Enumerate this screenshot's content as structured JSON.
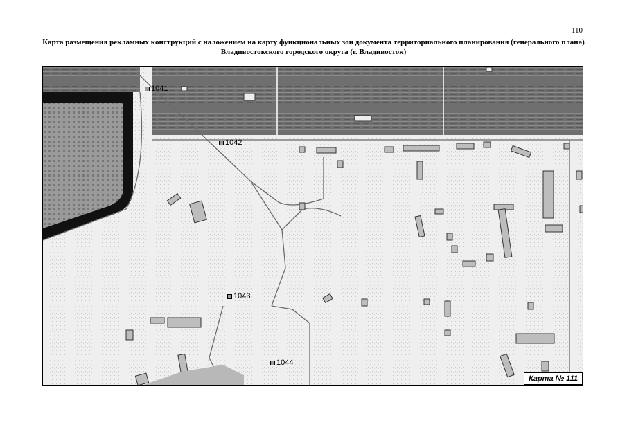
{
  "page_number": "110",
  "title": "Карта размещения рекламных конструкций с наложением на карту функциональных зон документа территориального планирования (генерального плана) Владивостокского городского округа (г. Владивосток)",
  "map_label": "Карта № 111",
  "markers": [
    {
      "id": "1041"
    },
    {
      "id": "1042"
    },
    {
      "id": "1043"
    },
    {
      "id": "1044"
    }
  ],
  "colors": {
    "background_zone": "#ededed",
    "residential_zone": "#6a6a6a",
    "special_zone": "#8c8c8c",
    "boundary": "#000000",
    "building": "#bdbdbd"
  }
}
